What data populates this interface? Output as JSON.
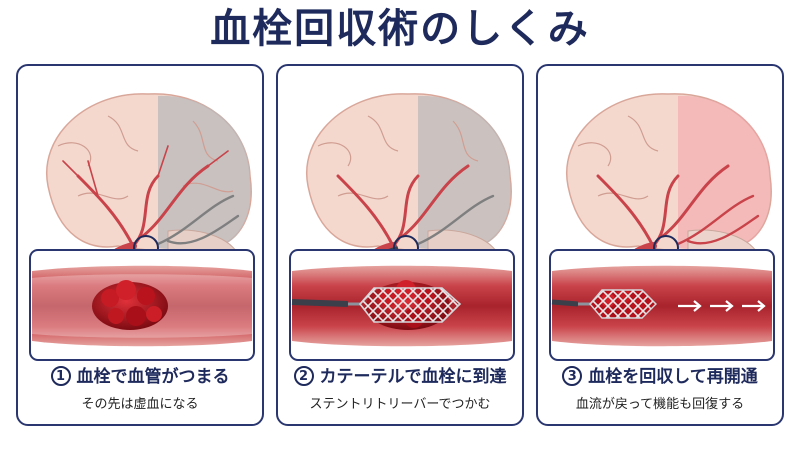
{
  "title": "血栓回収術のしくみ",
  "steps": [
    {
      "number": "1",
      "heading": "血栓で血管がつまる",
      "caption": "その先は虚血になる"
    },
    {
      "number": "2",
      "heading": "カテーテルで血栓に到達",
      "caption": "ステントリトリーバーでつかむ"
    },
    {
      "number": "3",
      "heading": "血栓を回収して再開通",
      "caption": "血流が戻って機能も回復する"
    }
  ],
  "colors": {
    "title": "#1f2a5c",
    "panel_border": "#2a3670",
    "vessel": "#c9434a",
    "clot": "#b3121c",
    "ischemia": "#8c8c8c",
    "reperfusion": "#f2a3a8"
  }
}
